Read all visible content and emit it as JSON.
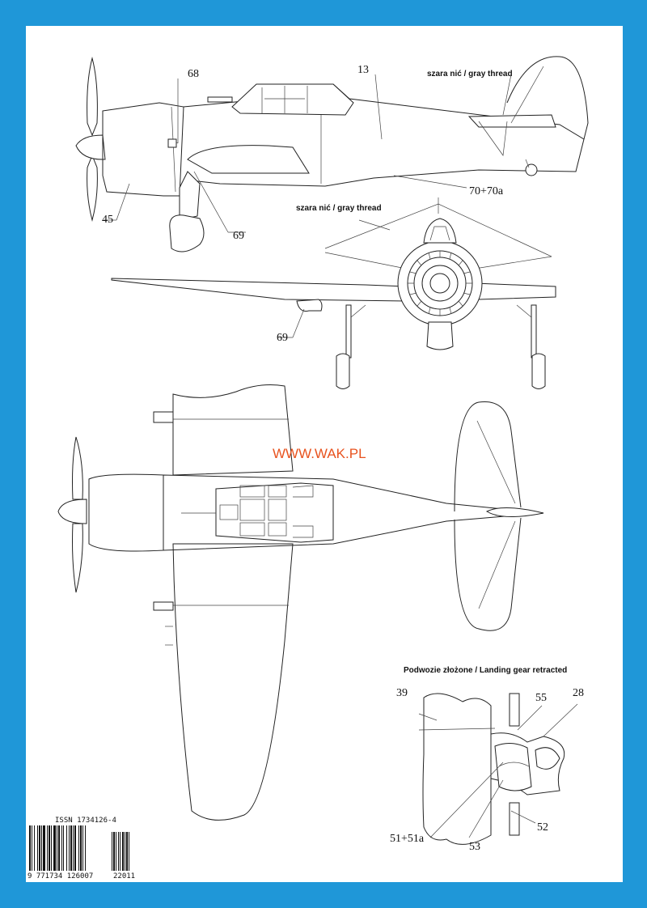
{
  "brand": "WWW.WAK.PL",
  "captions": {
    "thread_side": "szara nić / gray thread",
    "thread_front": "szara nić / gray thread",
    "gear_retracted": "Podwozie złożone / Landing gear retracted"
  },
  "callouts": {
    "c13": "13",
    "c68": "68",
    "c45": "45",
    "c69a": "69",
    "c69b": "69",
    "c70": "70+70a",
    "c39": "39",
    "c55": "55",
    "c28": "28",
    "c51": "51+51a",
    "c52": "52",
    "c53": "53"
  },
  "barcode": {
    "issn": "ISSN 1734126-4",
    "number": "9 771734 126007",
    "addon": "22011"
  },
  "colors": {
    "frame": "#1f97d8",
    "brand": "#e8531f"
  }
}
